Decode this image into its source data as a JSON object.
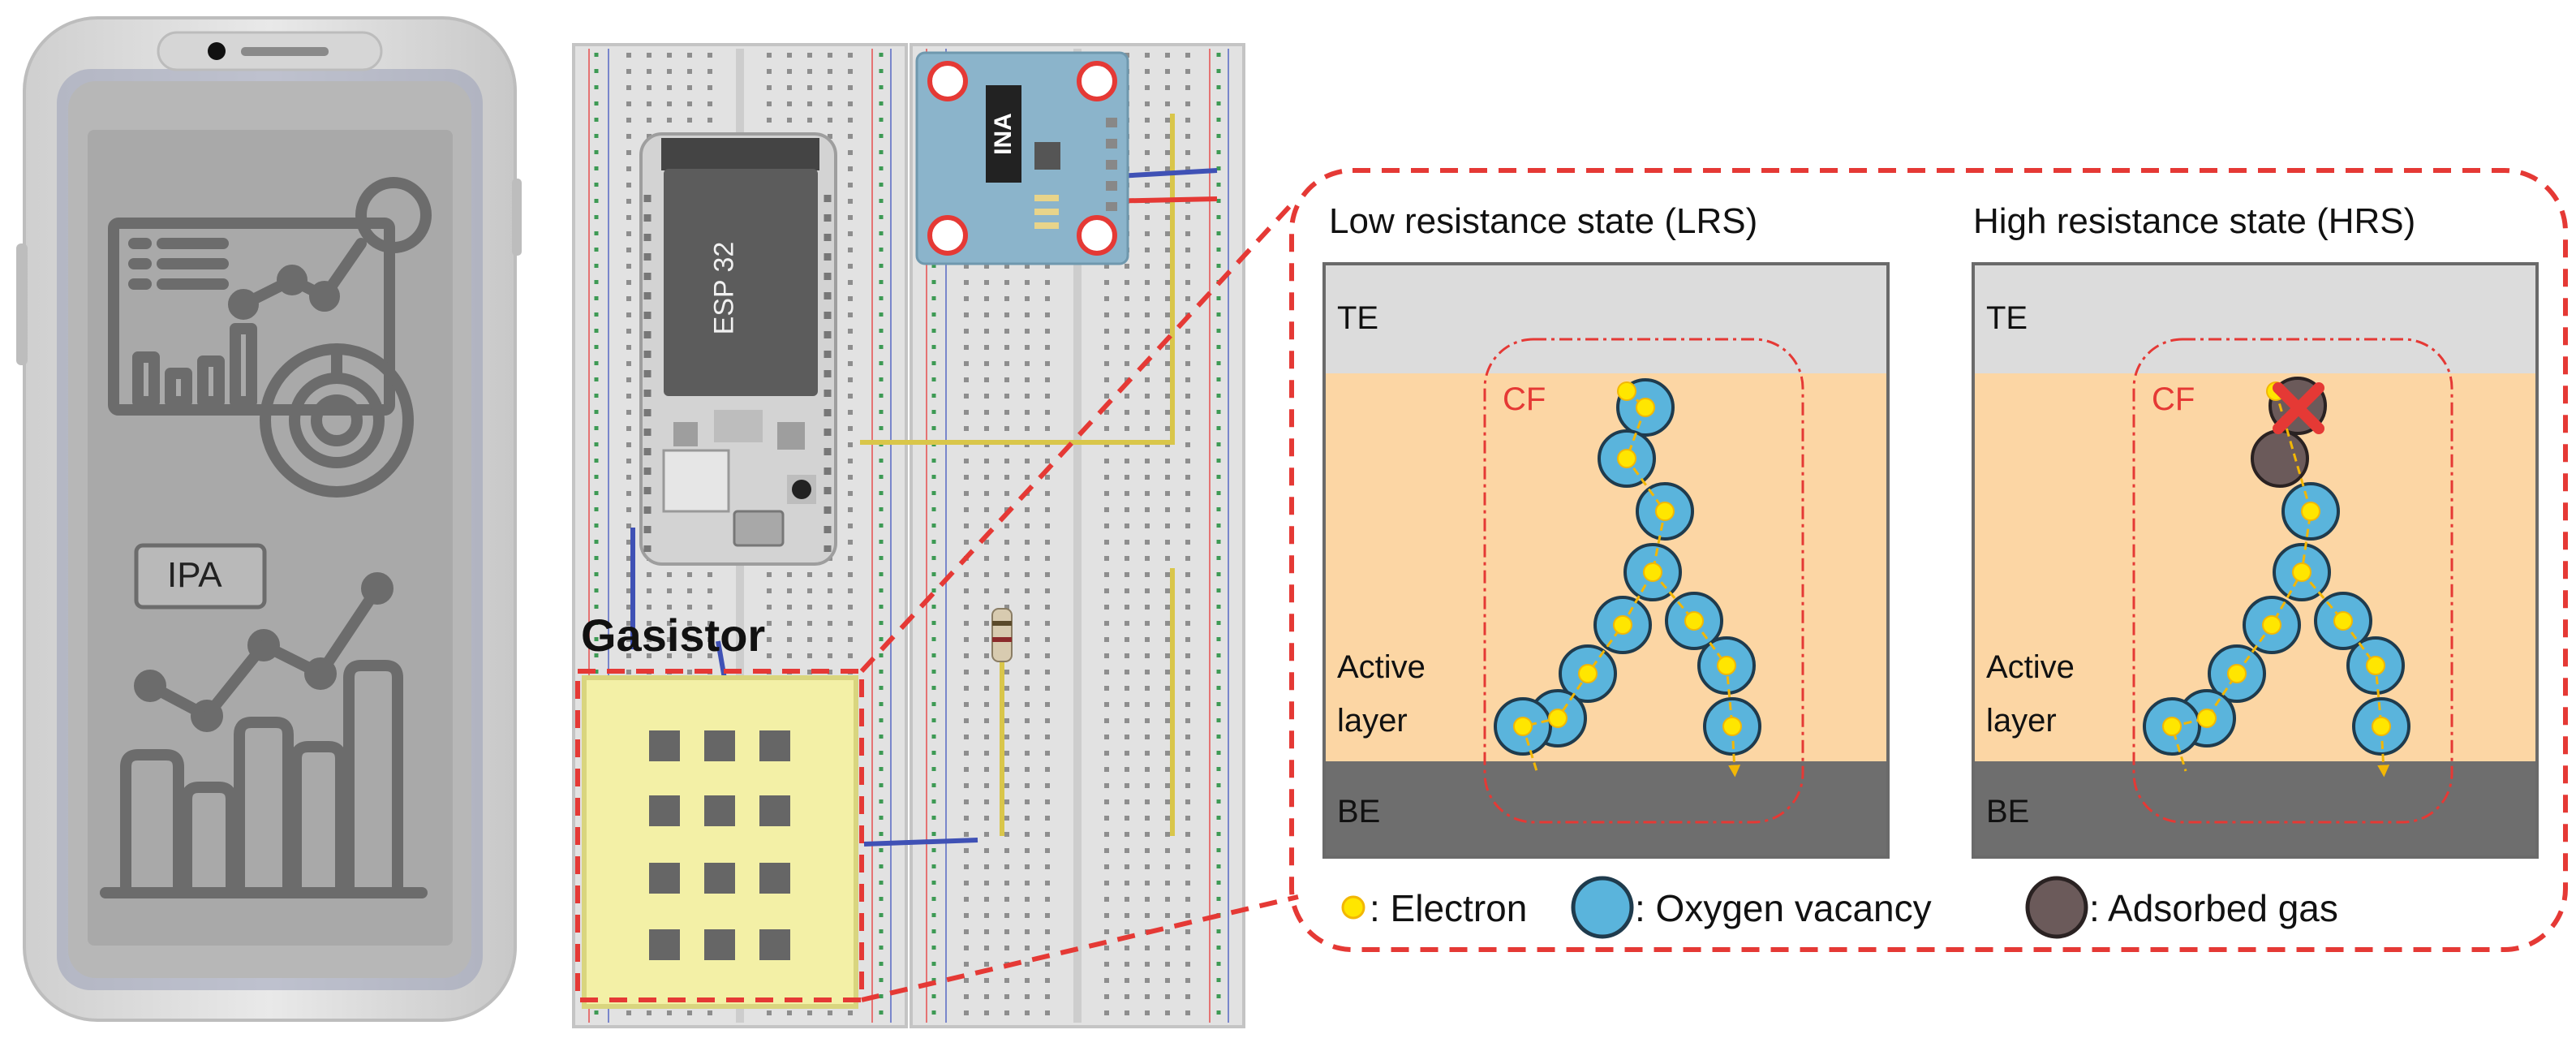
{
  "phone": {
    "button_label": "IPA"
  },
  "board": {
    "mcu_label": "ESP 32",
    "sensor_module_label": "INA",
    "device_label": "Gasistor"
  },
  "panels": [
    {
      "title": "Low resistance state (LRS)",
      "top_electrode": "TE",
      "filament_label": "CF",
      "active_layer_line1": "Active",
      "active_layer_line2": "layer",
      "bottom_electrode": "BE",
      "filament_state": "intact"
    },
    {
      "title": "High resistance state (HRS)",
      "top_electrode": "TE",
      "filament_label": "CF",
      "active_layer_line1": "Active",
      "active_layer_line2": "layer",
      "bottom_electrode": "BE",
      "filament_state": "broken by adsorbed gas"
    }
  ],
  "legend": {
    "electron": ": Electron",
    "oxygen_vacancy": ": Oxygen vacancy",
    "adsorbed_gas": ": Adsorbed gas"
  },
  "colors": {
    "dashed_outline": "#e53935",
    "top_electrode": "#dcdcdc",
    "active_layer": "#fcd6a4",
    "bottom_electrode": "#6e6e6e",
    "electron": "#ffe600",
    "oxygen_vacancy": "#5ab4dc",
    "adsorbed_gas": "#6b5a5a",
    "gasistor_pad": "#f3f0a6"
  }
}
